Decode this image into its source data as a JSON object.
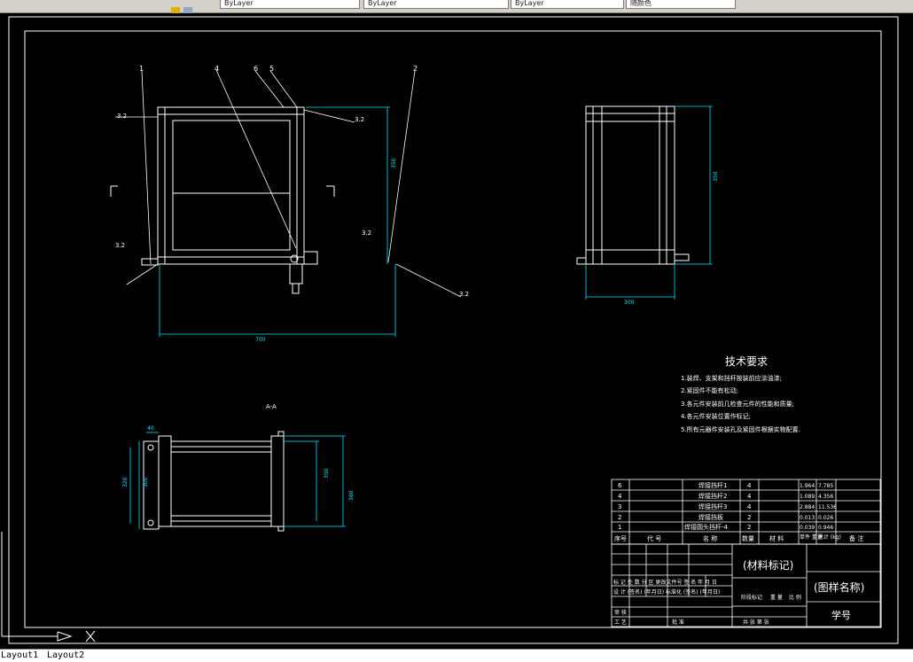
{
  "toolbar": {
    "boxes": [
      {
        "label": "ByLayer"
      },
      {
        "label": "ByLayer"
      },
      {
        "label": "ByLayer"
      },
      {
        "label": "随颜色"
      }
    ]
  },
  "drawing": {
    "tech_title": "技术要求",
    "tech_items": [
      "1.装焊、支架和挡杆按装前应涂油漆;",
      "2.紧固件不能有松动;",
      "3.各元件安装前几检查元件的性能和质量;",
      "4.各元件安装位置作标记;",
      "5.所有元器件安装孔及紧固件根据实物配置."
    ],
    "dims": {
      "front_height": "350",
      "front_width": "700",
      "side_height": "350",
      "side_width": "300",
      "top_a": "320",
      "top_b": "300",
      "top_c": "350",
      "top_d": "380",
      "top_e": "40"
    },
    "view_label": "A-A",
    "callouts": [
      "1",
      "4",
      "6",
      "5",
      "2"
    ],
    "surface_marks": [
      "3.2",
      "3.2",
      "3.2",
      "3.2",
      "3.2"
    ],
    "bom": {
      "rows": [
        {
          "no": "6",
          "name": "焊接挡杆1",
          "qty": "4",
          "w1": "1.964",
          "w2": "7.785"
        },
        {
          "no": "4",
          "name": "焊接挡杆2",
          "qty": "4",
          "w1": "1.089",
          "w2": "4.356"
        },
        {
          "no": "3",
          "name": "焊接挡杆3",
          "qty": "4",
          "w1": "2.884",
          "w2": "11.536"
        },
        {
          "no": "2",
          "name": "焊接挡板",
          "qty": "2",
          "w1": "0.013",
          "w2": "0.026"
        },
        {
          "no": "1",
          "name": "焊接圆头挡杆-4",
          "qty": "2",
          "w1": "0.039",
          "w2": "0.946"
        }
      ],
      "header": {
        "no": "序号",
        "code": "代  号",
        "name": "名  称",
        "qty": "数量",
        "material": "材  料",
        "single": "单件\n重量",
        "total": "总计\n(kg)",
        "remark": "备  注"
      }
    },
    "title_block": {
      "material_mark": "(材料标记)",
      "drawing_name": "(图样名称)",
      "drawing_no": "学号",
      "row1": "标 记 处 数 分 区 更改文件号 签 名 年 月 日",
      "row2": "设 计 (签名) (年月日) 标准化 (签名) (年月日)",
      "stage": "阶段标记",
      "weight": "重 量",
      "scale": "比 例",
      "review": "审 核",
      "process": "工 艺",
      "approve": "批 准",
      "sheets": "共  张  第  张"
    }
  },
  "layouts": {
    "tab1": "Layout1",
    "tab2": "Layout2"
  }
}
